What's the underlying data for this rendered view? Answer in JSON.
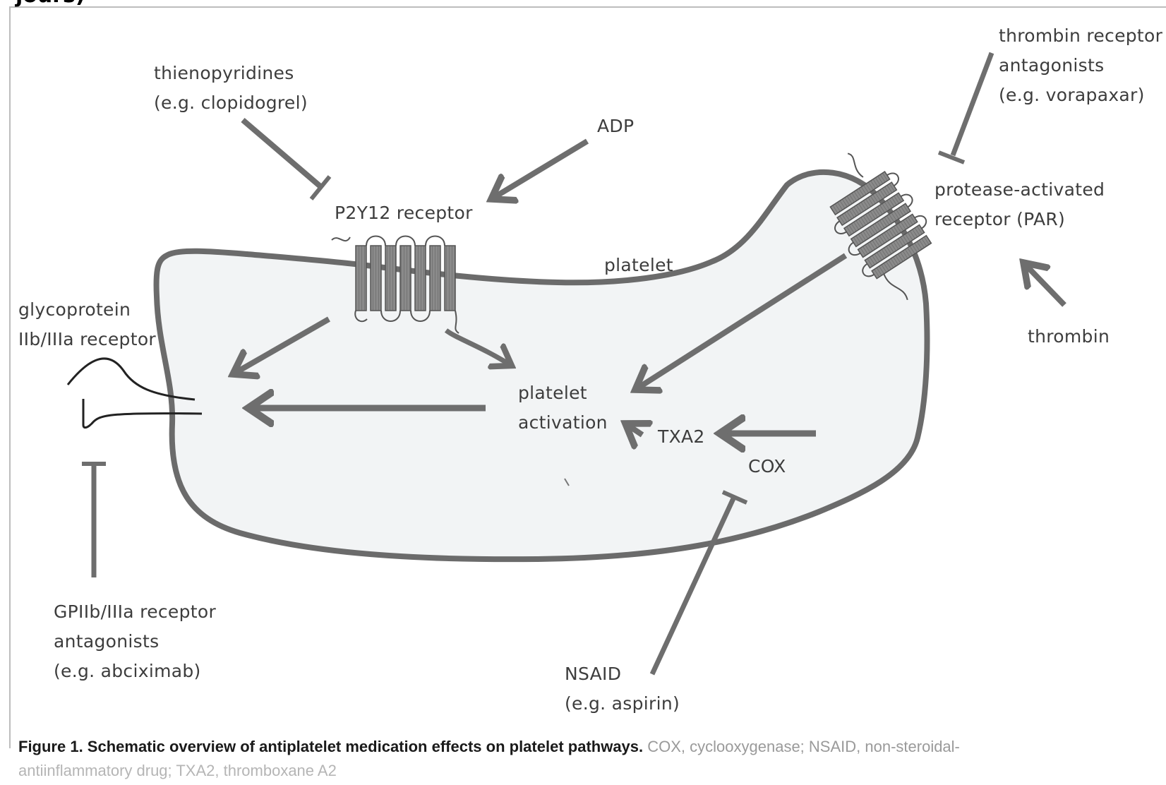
{
  "top_fragment": "jours)",
  "labels": {
    "thienopyridines": [
      "thienopyridines",
      "(e.g. clopidogrel)"
    ],
    "adp": "ADP",
    "thrombin_antagonists": [
      "thrombin receptor",
      "antagonists",
      "(e.g. vorapaxar)"
    ],
    "p2y12": "P2Y12 receptor",
    "par": [
      "protease-activated",
      "receptor (PAR)"
    ],
    "platelet": "platelet",
    "glycoprotein": [
      "glycoprotein",
      "IIb/IIIa receptor"
    ],
    "thrombin": "thrombin",
    "platelet_activation": [
      "platelet",
      "activation"
    ],
    "txa2": "TXA2",
    "cox": "COX",
    "gp_antagonists": [
      "GPIIb/IIIa receptor",
      "antagonists",
      "(e.g. abciximab)"
    ],
    "nsaid": [
      "NSAID",
      "(e.g. aspirin)"
    ]
  },
  "caption": {
    "bold": "Figure 1. Schematic overview of antiplatelet medication effects on platelet pathways.",
    "rest": " COX, cyclooxygenase; NSAID, non-steroidal-",
    "line2": "antiinflammatory drug; TXA2, thromboxane A2"
  },
  "colors": {
    "membrane": "#6b6b6b",
    "cell_fill": "#f2f4f5",
    "arrow": "#6e6e6e",
    "receptor": "#777777",
    "frame": "#b0b0b0"
  }
}
